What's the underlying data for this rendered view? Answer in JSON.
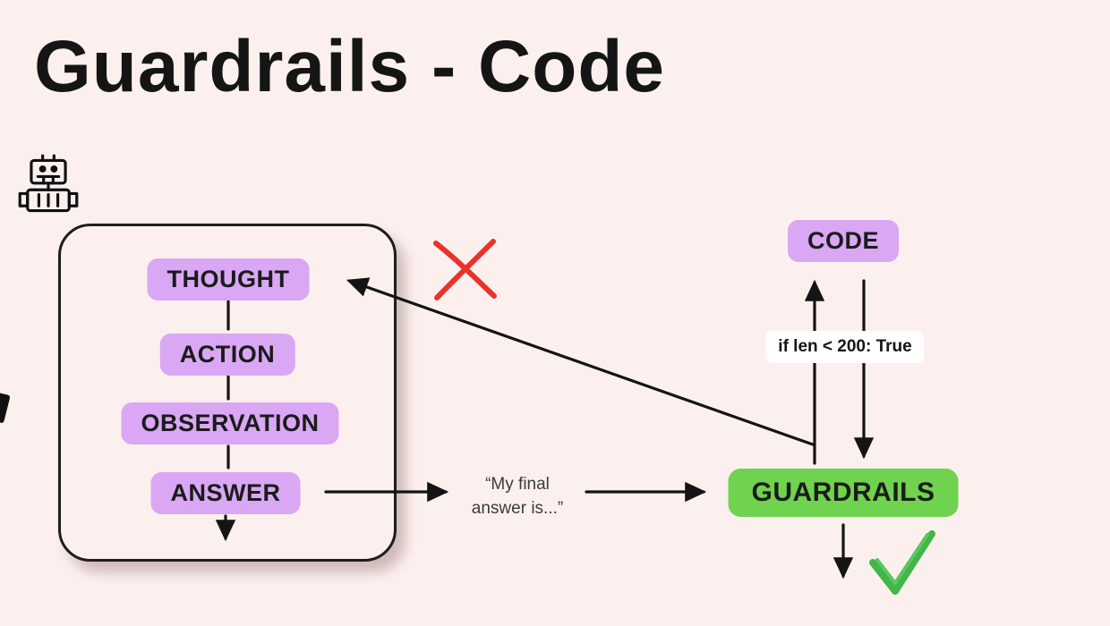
{
  "page": {
    "title": "Guardrails - Code",
    "background": "#fcf0ee"
  },
  "colors": {
    "pill_purple": "#d9a7f3",
    "pill_green": "#70d34f",
    "cross_red": "#e8332a",
    "check_green": "#41b649",
    "arrow_black": "#141414"
  },
  "icons": {
    "robot": "robot-icon (outlined robot head and body, top-left)",
    "cross": "red-cross-icon (rejection X)",
    "check": "green-check-icon (approval checkmark)"
  },
  "loop_box": {
    "steps": [
      "THOUGHT",
      "ACTION",
      "OBSERVATION",
      "ANSWER"
    ]
  },
  "right_flow": {
    "code_label": "CODE",
    "condition_label": "if len < 200: True",
    "guardrails_label": "GUARDRAILS"
  },
  "middle": {
    "quote_line1": "“My final",
    "quote_line2": "answer is...”"
  }
}
